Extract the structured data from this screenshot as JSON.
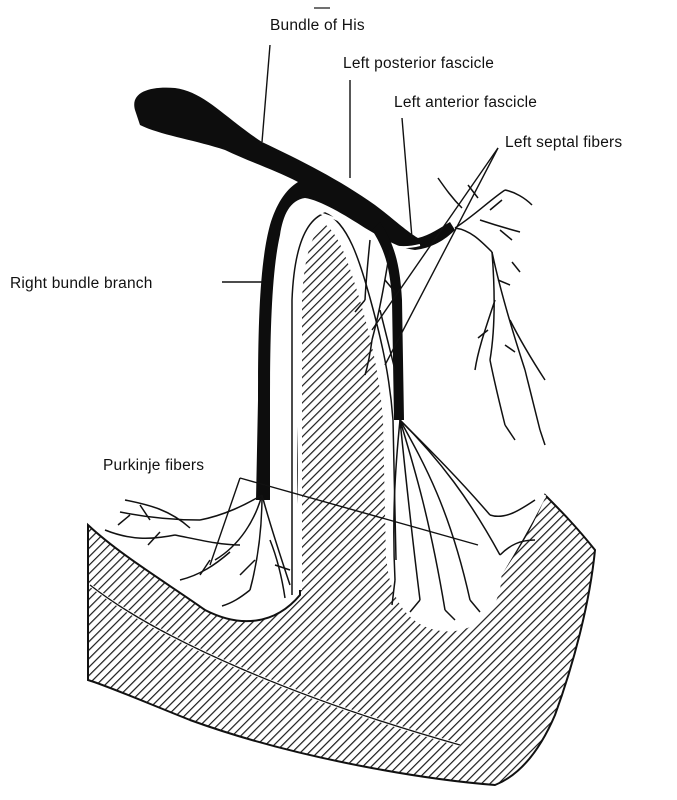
{
  "labels": {
    "bundle_of_his": "Bundle of His",
    "left_posterior_fascicle": "Left posterior fascicle",
    "left_anterior_fascicle": "Left anterior fascicle",
    "left_septal_fibers": "Left septal fibers",
    "right_bundle_branch": "Right bundle branch",
    "purkinje_fibers": "Purkinje fibers"
  },
  "colors": {
    "ink": "#111111",
    "background": "#ffffff",
    "hatch": "#1a1a1a"
  }
}
